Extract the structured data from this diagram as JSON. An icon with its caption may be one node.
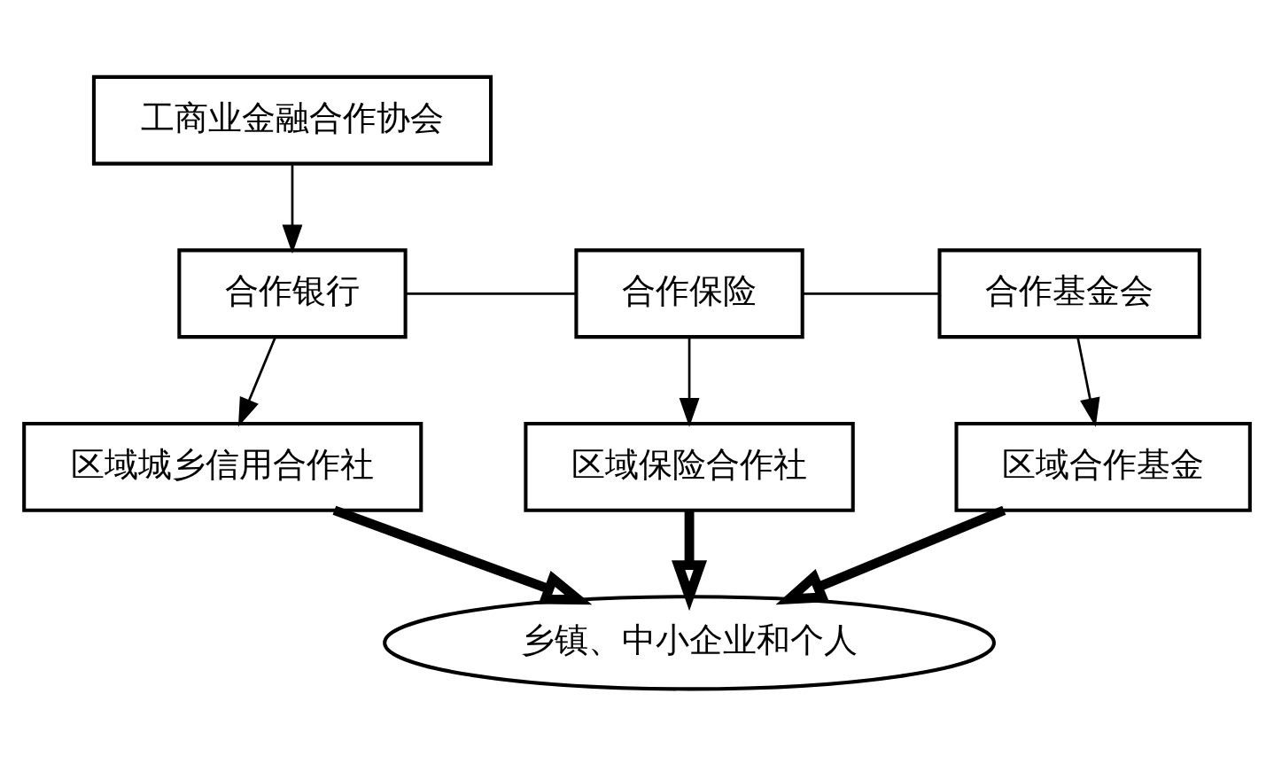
{
  "diagram": {
    "nodes": [
      {
        "text": [
          "工商业金融合作协会"
        ]
      },
      {
        "text": [
          "合作银行"
        ]
      },
      {
        "text": [
          "合作保险"
        ]
      },
      {
        "text": [
          "合作基金会"
        ]
      },
      {
        "text": [
          "区域城乡信用合作社"
        ]
      },
      {
        "text": [
          "区域保险合作社"
        ]
      },
      {
        "text": [
          "区域合作基金"
        ]
      },
      {
        "text": [
          "乡镇、中小企业和个人"
        ]
      }
    ],
    "edges": [
      {
        "from": 0,
        "to": 1,
        "arrow": "to"
      },
      {
        "from": 1,
        "to": 2,
        "arrow": "none"
      },
      {
        "from": 2,
        "to": 3,
        "arrow": "none"
      },
      {
        "from": 1,
        "to": 4,
        "arrow": "to"
      },
      {
        "from": 2,
        "to": 5,
        "arrow": "to"
      },
      {
        "from": 3,
        "to": 6,
        "arrow": "to"
      },
      {
        "from": 4,
        "to": 7,
        "arrow": "to",
        "style": "thick"
      },
      {
        "from": 5,
        "to": 7,
        "arrow": "to",
        "style": "thick"
      },
      {
        "from": 6,
        "to": 7,
        "arrow": "to",
        "style": "thick"
      }
    ]
  }
}
